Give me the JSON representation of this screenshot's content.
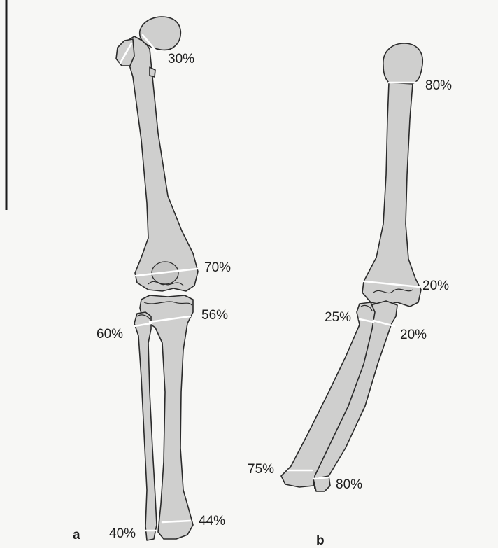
{
  "panels": {
    "a": "a",
    "b": "b"
  },
  "leg": {
    "femur_proximal": "30%",
    "femur_distal": "70%",
    "tibia_proximal": "56%",
    "fibula_proximal": "60%",
    "fibula_distal": "40%",
    "tibia_distal": "44%"
  },
  "arm": {
    "humerus_proximal": "80%",
    "humerus_distal": "20%",
    "radius_proximal": "25%",
    "ulna_proximal": "20%",
    "radius_distal": "75%",
    "ulna_distal": "80%"
  },
  "colors": {
    "bone_fill": "#cfcfce",
    "outline": "#2a2a2a",
    "growth_plate": "#ffffff",
    "background": "#f7f7f5"
  }
}
